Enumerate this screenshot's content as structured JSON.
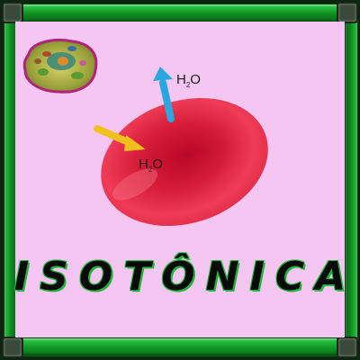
{
  "title": "ISOTÔNICA",
  "labels": {
    "water_out": "H",
    "water_out_sub": "2",
    "water_out_tail": "O",
    "water_in": "H",
    "water_in_sub": "2",
    "water_in_tail": "O"
  },
  "colors": {
    "background": "#f5c6f2",
    "frame": "#0c8a1d",
    "cell": "#e8344c",
    "arrow_out": "#29a8df",
    "arrow_in": "#f2c01e",
    "title_outline": "#21b53a"
  },
  "icons": [
    "plant-cell-icon",
    "red-blood-cell-icon",
    "arrow-up-icon",
    "arrow-in-icon"
  ]
}
